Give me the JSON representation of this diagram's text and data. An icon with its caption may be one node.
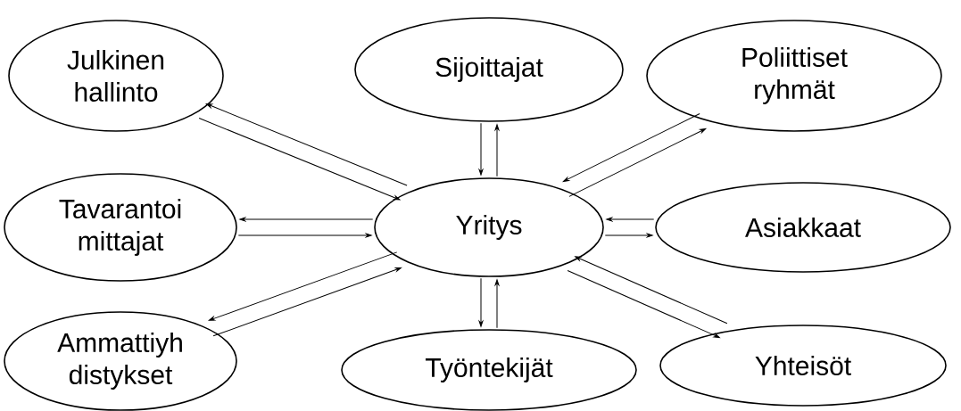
{
  "diagram": {
    "nodes": [
      {
        "text": [
          "Julkinen hallinto"
        ]
      },
      {
        "text": [
          "Sijoittajat"
        ]
      },
      {
        "text": [
          "Poliittiset ryhmät"
        ]
      },
      {
        "text": [
          "Tavarantoi mittajat"
        ]
      },
      {
        "text": [
          "Yritys"
        ]
      },
      {
        "text": [
          "Asiakkaat"
        ]
      },
      {
        "text": [
          "Ammattiyh distykset"
        ]
      },
      {
        "text": [
          "Työntekijät"
        ]
      },
      {
        "text": [
          "Yhteisöt"
        ]
      }
    ],
    "edges": [
      {
        "from": 4,
        "to": 0,
        "arrow": "to"
      },
      {
        "from": 0,
        "to": 4,
        "arrow": "to"
      },
      {
        "from": 4,
        "to": 1,
        "arrow": "to"
      },
      {
        "from": 1,
        "to": 4,
        "arrow": "to"
      },
      {
        "from": 4,
        "to": 2,
        "arrow": "to"
      },
      {
        "from": 2,
        "to": 4,
        "arrow": "to"
      },
      {
        "from": 4,
        "to": 3,
        "arrow": "to"
      },
      {
        "from": 3,
        "to": 4,
        "arrow": "to"
      },
      {
        "from": 4,
        "to": 5,
        "arrow": "to"
      },
      {
        "from": 5,
        "to": 4,
        "arrow": "to"
      },
      {
        "from": 4,
        "to": 6,
        "arrow": "to"
      },
      {
        "from": 6,
        "to": 4,
        "arrow": "to"
      },
      {
        "from": 4,
        "to": 7,
        "arrow": "to"
      },
      {
        "from": 7,
        "to": 4,
        "arrow": "to"
      },
      {
        "from": 4,
        "to": 8,
        "arrow": "to"
      },
      {
        "from": 8,
        "to": 4,
        "arrow": "to"
      }
    ]
  }
}
